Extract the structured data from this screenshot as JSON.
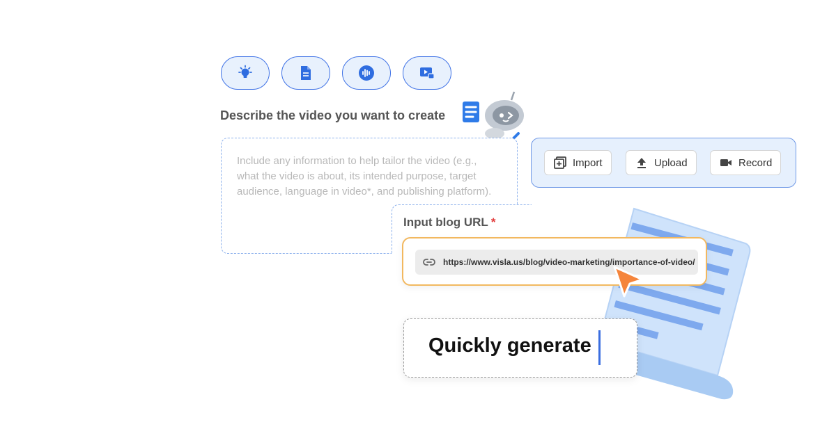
{
  "mode_buttons": [
    {
      "icon": "lightbulb-icon"
    },
    {
      "icon": "document-icon"
    },
    {
      "icon": "audio-waveform-icon"
    },
    {
      "icon": "video-play-icon"
    }
  ],
  "describe": {
    "label": "Describe the video you want to create",
    "placeholder": "Include any information to help tailor the video (e.g., what the video is about,  its intended purpose, target audience, language in video*, and publishing platform)."
  },
  "source_buttons": {
    "import": "Import",
    "upload": "Upload",
    "record": "Record"
  },
  "blog": {
    "label": "Input blog URL",
    "required_mark": "*",
    "url": "https://www.visla.us/blog/video-marketing/importance-of-video/"
  },
  "generate": {
    "text": "Quickly generate"
  },
  "colors": {
    "accent_blue": "#3f72e6",
    "panel_blue": "#e6f0fd",
    "url_border": "#f2b85f",
    "cursor_orange": "#f5853c",
    "required_red": "#e23b3b"
  }
}
